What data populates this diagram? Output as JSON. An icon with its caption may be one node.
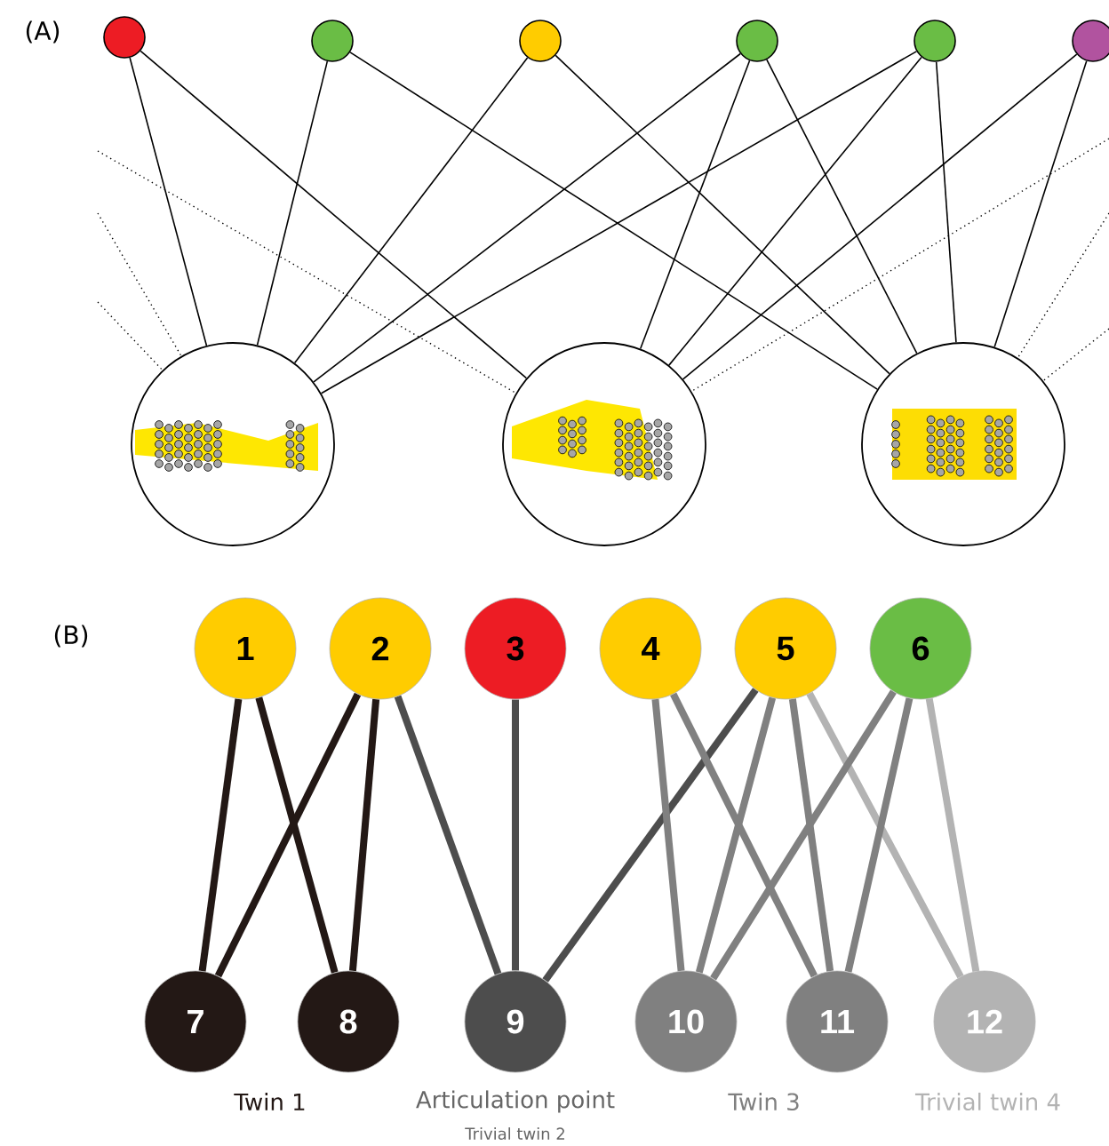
{
  "diagram": {
    "nodes": [
      {
        "text": [],
        "shape": "circle"
      },
      {
        "text": [],
        "shape": "circle"
      },
      {
        "text": [],
        "shape": "circle"
      },
      {
        "text": [],
        "shape": "circle"
      },
      {
        "text": [],
        "shape": "circle"
      },
      {
        "text": [],
        "shape": "circle"
      },
      {
        "text": [],
        "shape": "circle"
      },
      {
        "text": [],
        "shape": "circle"
      },
      {
        "text": [],
        "shape": "circle"
      },
      {
        "text": [
          "1"
        ]
      },
      {
        "text": [
          "2"
        ]
      },
      {
        "text": [
          "3"
        ]
      },
      {
        "text": [
          "4"
        ]
      },
      {
        "text": [
          "5"
        ]
      },
      {
        "text": [
          "6"
        ]
      },
      {
        "text": [
          "7"
        ]
      },
      {
        "text": [
          "8"
        ]
      },
      {
        "text": [
          "9"
        ]
      },
      {
        "text": [
          "10"
        ]
      },
      {
        "text": [
          "11"
        ]
      },
      {
        "text": [
          "12"
        ]
      }
    ],
    "edges": [
      {
        "from": 0,
        "to": 6,
        "arrow": "none"
      },
      {
        "from": 0,
        "to": 7,
        "arrow": "none"
      },
      {
        "from": 1,
        "to": 6,
        "arrow": "none"
      },
      {
        "from": 1,
        "to": 8,
        "arrow": "none"
      },
      {
        "from": 2,
        "to": 6,
        "arrow": "none"
      },
      {
        "from": 2,
        "to": 8,
        "arrow": "none"
      },
      {
        "from": 3,
        "to": 6,
        "arrow": "none"
      },
      {
        "from": 3,
        "to": 7,
        "arrow": "none"
      },
      {
        "from": 3,
        "to": 8,
        "arrow": "none"
      },
      {
        "from": 4,
        "to": 6,
        "arrow": "none"
      },
      {
        "from": 4,
        "to": 7,
        "arrow": "none"
      },
      {
        "from": 4,
        "to": 8,
        "arrow": "none"
      },
      {
        "from": 5,
        "to": 7,
        "arrow": "none"
      },
      {
        "from": 5,
        "to": 8,
        "arrow": "none"
      },
      {
        "from": null,
        "to": 7,
        "arrow": "none",
        "style": "dashed"
      },
      {
        "from": null,
        "to": 6,
        "arrow": "none",
        "style": "dashed"
      },
      {
        "from": null,
        "to": 6,
        "arrow": "none",
        "style": "dashed"
      },
      {
        "from": null,
        "to": 7,
        "arrow": "none",
        "style": "dashed"
      },
      {
        "from": null,
        "to": 8,
        "arrow": "none",
        "style": "dashed"
      },
      {
        "from": null,
        "to": 8,
        "arrow": "none",
        "style": "dashed"
      },
      {
        "from": 9,
        "to": 15,
        "arrow": "none",
        "style": "thick",
        "color": "#231815"
      },
      {
        "from": 9,
        "to": 16,
        "arrow": "none",
        "style": "thick",
        "color": "#231815"
      },
      {
        "from": 10,
        "to": 15,
        "arrow": "none",
        "style": "thick",
        "color": "#231815"
      },
      {
        "from": 10,
        "to": 16,
        "arrow": "none",
        "style": "thick",
        "color": "#231815"
      },
      {
        "from": 10,
        "to": 17,
        "arrow": "none",
        "style": "thick",
        "color": "#4d4d4d"
      },
      {
        "from": 11,
        "to": 17,
        "arrow": "none",
        "style": "thick",
        "color": "#4d4d4d"
      },
      {
        "from": 13,
        "to": 17,
        "arrow": "none",
        "style": "thick",
        "color": "#4d4d4d"
      },
      {
        "from": 12,
        "to": 18,
        "arrow": "none",
        "style": "thick",
        "color": "#808080"
      },
      {
        "from": 12,
        "to": 19,
        "arrow": "none",
        "style": "thick",
        "color": "#808080"
      },
      {
        "from": 13,
        "to": 18,
        "arrow": "none",
        "style": "thick",
        "color": "#808080"
      },
      {
        "from": 13,
        "to": 19,
        "arrow": "none",
        "style": "thick",
        "color": "#808080"
      },
      {
        "from": 13,
        "to": 20,
        "arrow": "none",
        "style": "thick",
        "color": "#b3b3b3"
      },
      {
        "from": 14,
        "to": 18,
        "arrow": "none",
        "style": "thick",
        "color": "#808080"
      },
      {
        "from": 14,
        "to": 19,
        "arrow": "none",
        "style": "thick",
        "color": "#808080"
      },
      {
        "from": 14,
        "to": 20,
        "arrow": "none",
        "style": "thick",
        "color": "#b3b3b3"
      }
    ],
    "labels": [
      "(A)",
      "(B)",
      "Twin 1",
      "Articulation point",
      "Trivial twin 2",
      "Twin 3",
      "Trivial twin 4"
    ]
  }
}
